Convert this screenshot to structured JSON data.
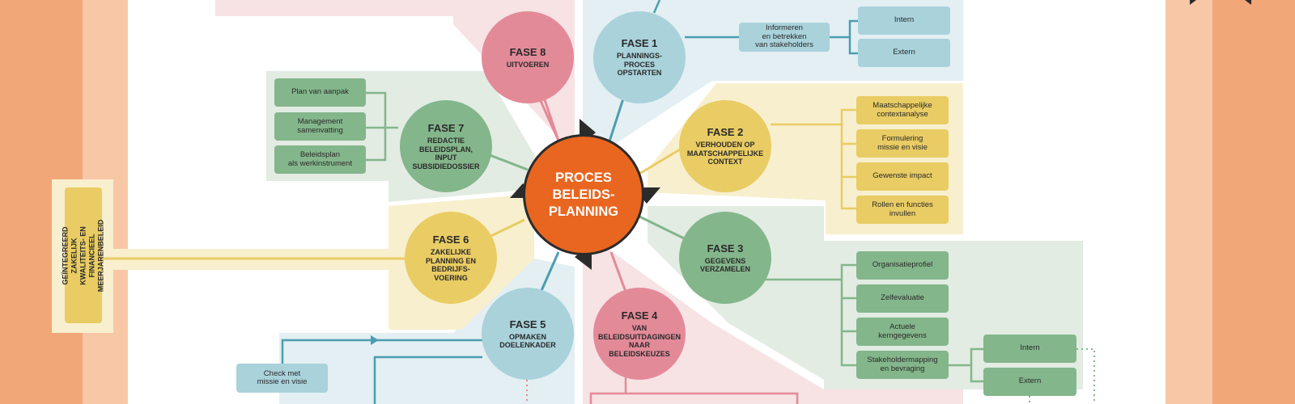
{
  "center": {
    "label": "PROCES\nBELEIDS-\nPLANNING"
  },
  "phases": [
    {
      "id": "fase8",
      "title": "FASE 8",
      "subtitle": "UITVOEREN"
    },
    {
      "id": "fase1",
      "title": "FASE 1",
      "subtitle": "PLANNINGS-\nPROCES\nOPSTARTEN"
    },
    {
      "id": "fase2",
      "title": "FASE 2",
      "subtitle": "VERHOUDEN OP\nMAATSCHAPPELIJKE\nCONTEXT"
    },
    {
      "id": "fase3",
      "title": "FASE 3",
      "subtitle": "GEGEVENS\nVERZAMELEN"
    },
    {
      "id": "fase4",
      "title": "FASE 4",
      "subtitle": "VAN\nBELEIDSUITDAGINGEN\nNAAR\nBELEIDSKEUZES"
    },
    {
      "id": "fase5",
      "title": "FASE 5",
      "subtitle": "OPMAKEN\nDOELENKADER"
    },
    {
      "id": "fase6",
      "title": "FASE 6",
      "subtitle": "ZAKELIJKE\nPLANNING EN\nBEDRIJFS-\nVOERING"
    },
    {
      "id": "fase7",
      "title": "FASE 7",
      "subtitle": "REDACTIE\nBELEIDSPLAN,\nINPUT\nSUBSIDIEDOSSIER"
    }
  ],
  "boxes": {
    "fase1_stakeholders": "Informeren\nen betrekken\nvan stakeholders",
    "fase1_intern": "Intern",
    "fase1_extern": "Extern",
    "fase2_items": [
      "Maatschappelijke\ncontextanalyse",
      "Formulering\nmissie en visie",
      "Gewenste impact",
      "Rollen en functies\ninvullen"
    ],
    "fase3_items": [
      "Organisatieprofiel",
      "Zelfevaluatie",
      "Actuele\nkerngegevens",
      "Stakeholdermapping\nen bevraging"
    ],
    "fase3_intern": "Intern",
    "fase3_extern": "Extern",
    "fase7_items": [
      "Plan van aanpak",
      "Management\nsamenvatting",
      "Beleidsplan\nals werkinstrument"
    ],
    "fase5_check": "Check met\nmissie en visie"
  },
  "side_label": "GEÏNTEGREERD ZAKELIJK\nKWALITEITS- EN FINANCIEEL\nMEERJARENBELEID",
  "colors": {
    "orange": "#e8661f",
    "green": "#84b68b",
    "yellow": "#e9cc63",
    "blue": "#a9d2db",
    "pink": "#e38a98",
    "band_outer": "#f2a778",
    "band_inner": "#f8c8a6"
  }
}
